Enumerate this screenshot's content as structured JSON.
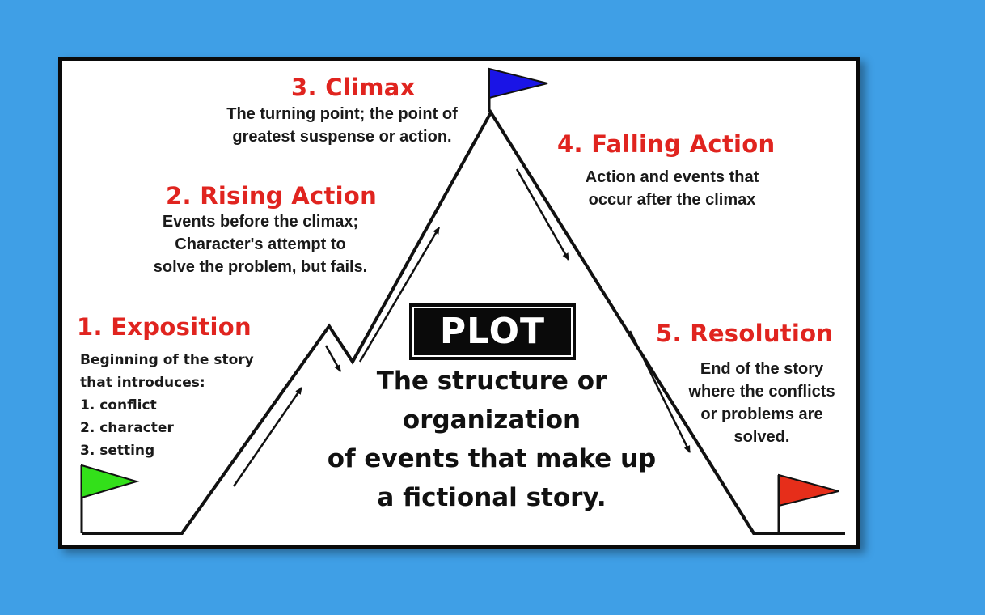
{
  "stages": {
    "exposition": {
      "title": "1. Exposition",
      "lines": [
        "Beginning of the story",
        "that introduces:",
        "1. conflict",
        "2. character",
        "3. setting"
      ]
    },
    "rising": {
      "title": "2. Rising Action",
      "lines": [
        "Events before the climax;",
        "Character's attempt to",
        "solve the problem, but fails."
      ]
    },
    "climax": {
      "title": "3. Climax",
      "lines": [
        "The turning point; the point of",
        "greatest suspense or action."
      ]
    },
    "falling": {
      "title": "4. Falling Action",
      "lines": [
        "Action and events that",
        "occur after the climax"
      ]
    },
    "resolution": {
      "title": "5. Resolution",
      "lines": [
        "End of the story",
        "where the conflicts",
        "or problems are",
        "solved."
      ]
    }
  },
  "plot": {
    "label": "PLOT",
    "definition": [
      "The structure or",
      "organization",
      "of events that make up",
      "a fictional story."
    ]
  },
  "colors": {
    "background": "#3f9fe6",
    "stage_title": "#e0241f",
    "flag_start": "#33e01a",
    "flag_climax": "#1a14e6",
    "flag_end": "#e62e1a"
  },
  "icons": [
    "green-flag-icon",
    "blue-flag-icon",
    "red-flag-icon",
    "arrow-icon"
  ]
}
